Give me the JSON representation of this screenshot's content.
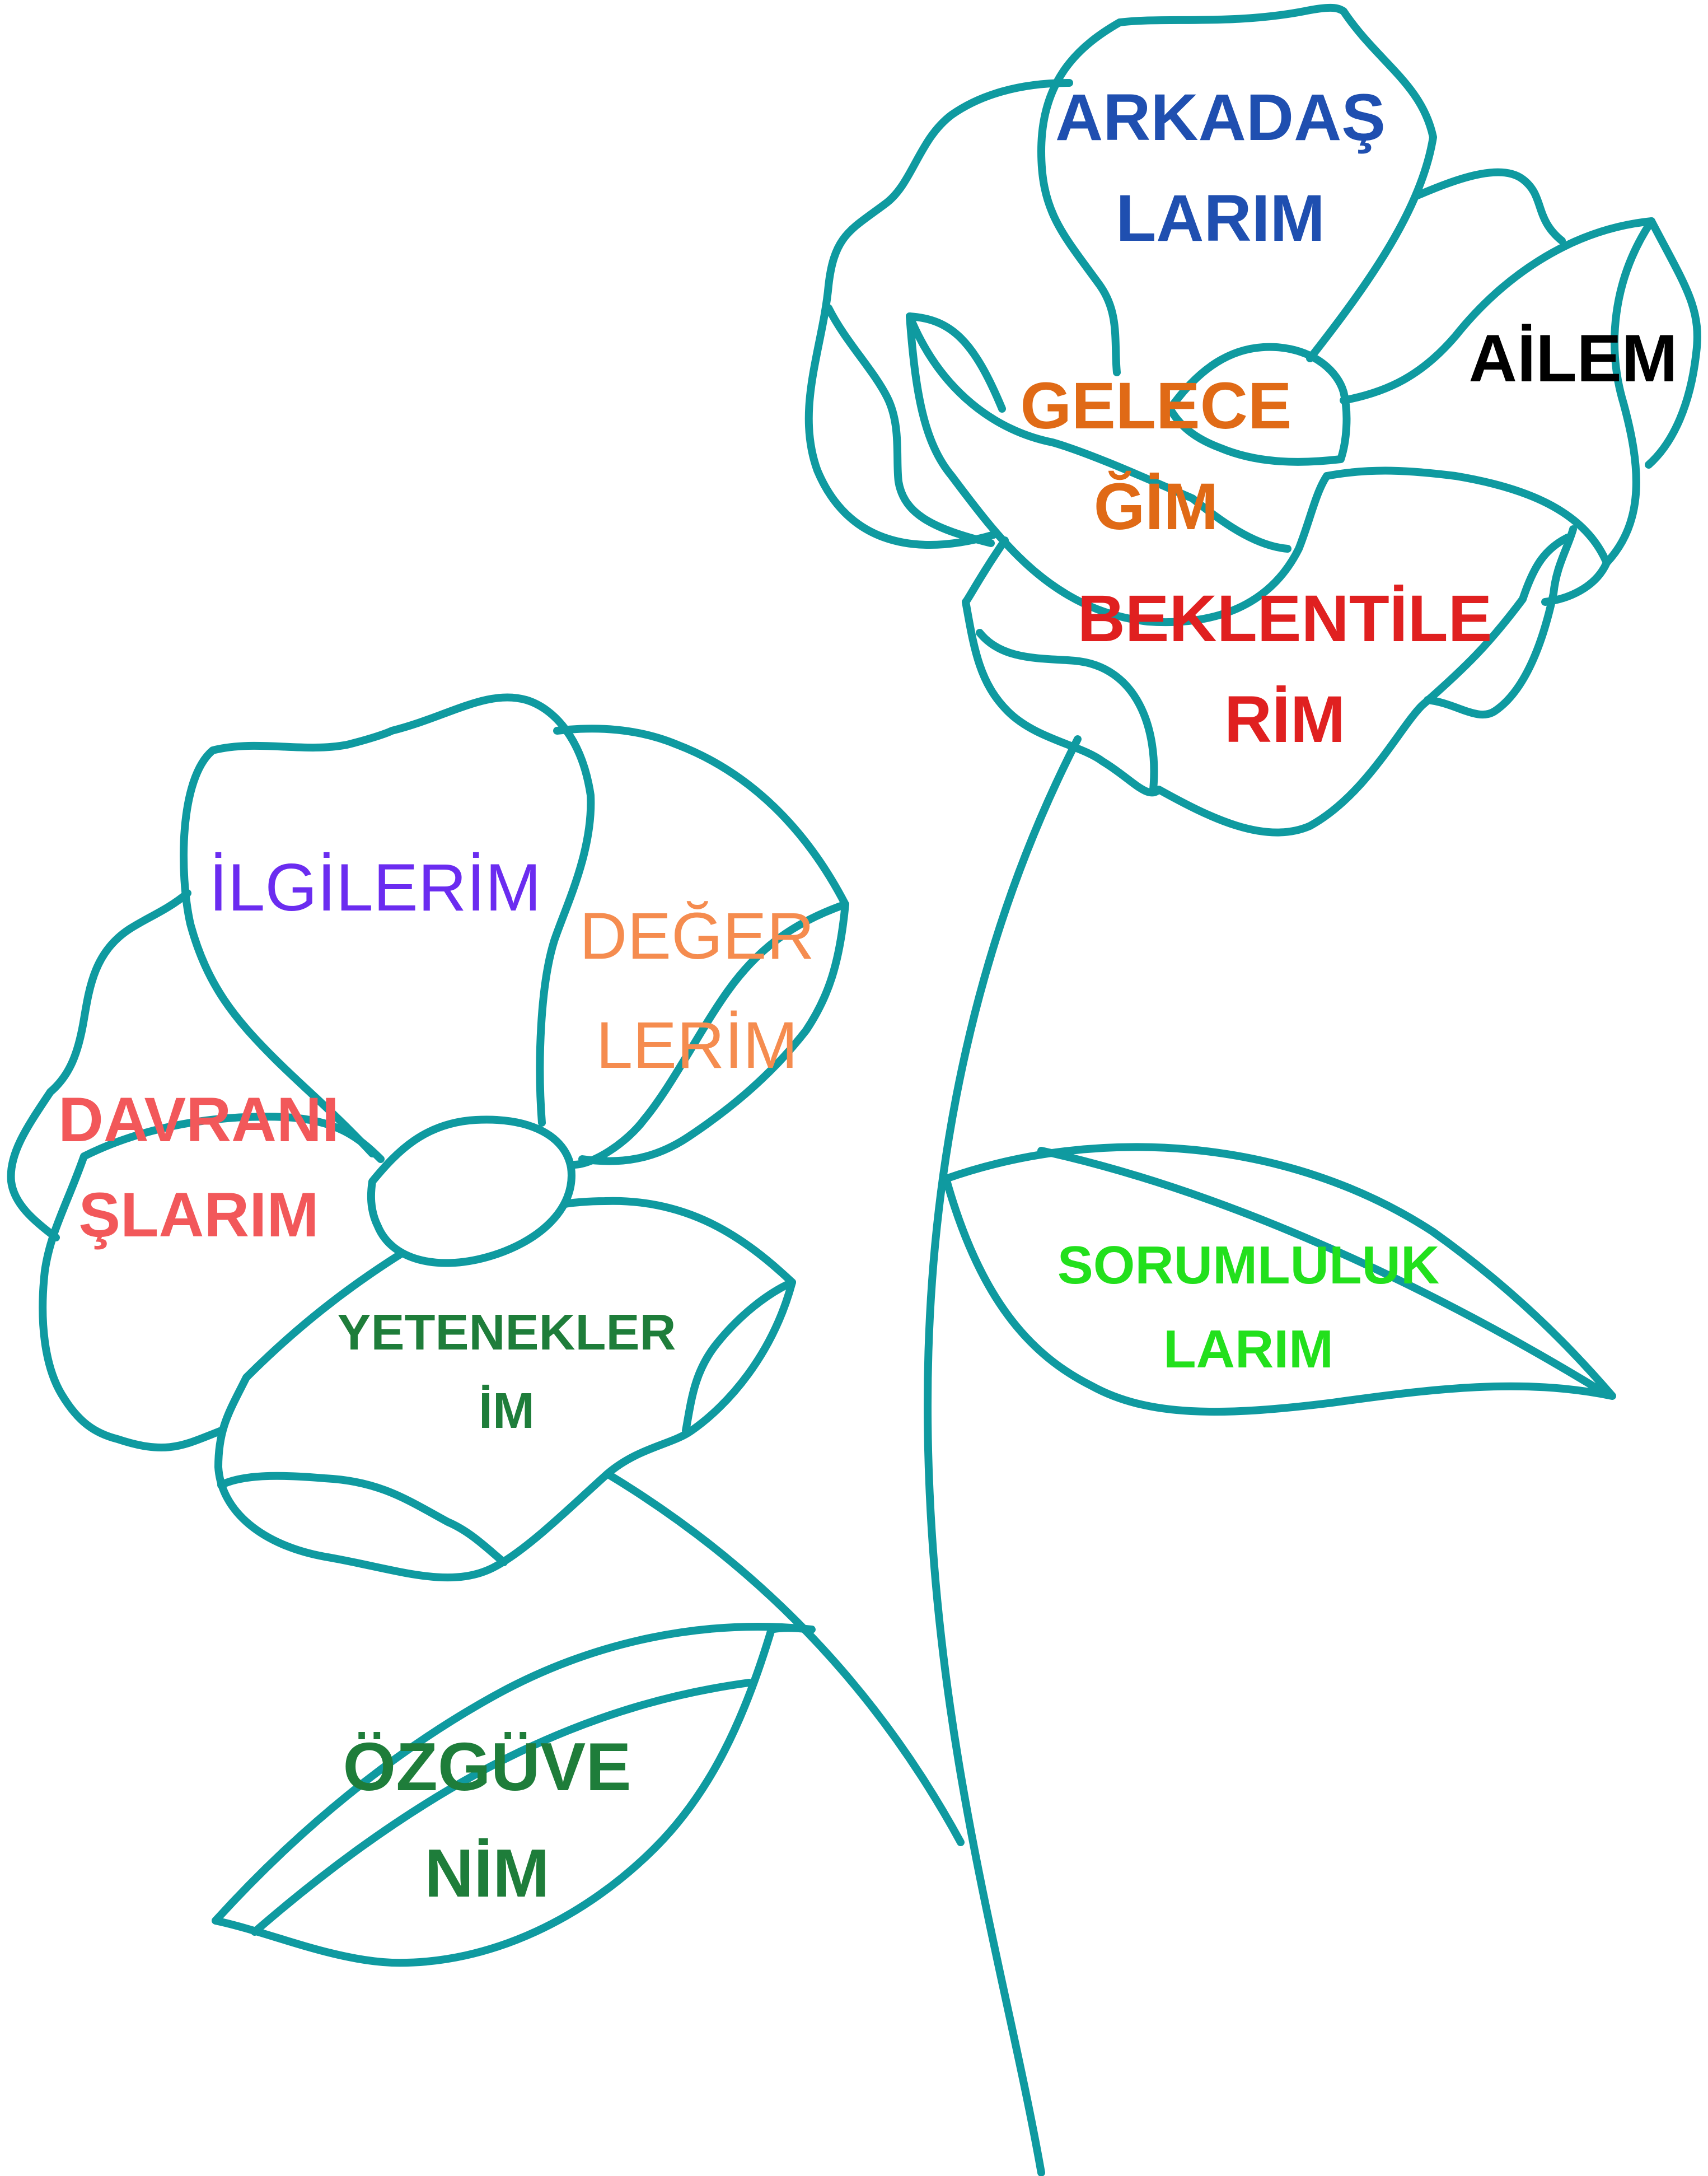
{
  "colors": {
    "outline": "#0f9aa0",
    "arkadaslarim": "#1f4fb0",
    "ailem": "#000000",
    "gelecegim": "#e06a16",
    "beklentilerim": "#e02020",
    "ilgilerim": "#6b2cf0",
    "degerlerim": "#f58c4f",
    "davranislarim": "#f2585a",
    "yeteneklerim": "#1e7d3a",
    "sorumluluklarim": "#22e01c",
    "ozguvenim": "#1e7d3a"
  },
  "labels": {
    "arkadaslarim": [
      "ARKADAŞ",
      "LARIM"
    ],
    "ailem": [
      "AİLEM"
    ],
    "gelecegim": [
      "GELECE",
      "ĞİM"
    ],
    "beklentilerim": [
      "BEKLENTİLE",
      "RİM"
    ],
    "ilgilerim": [
      "İLGİLERİM"
    ],
    "degerlerim": [
      "DEĞER",
      "LERİM"
    ],
    "davranislarim": [
      "DAVRANI",
      "ŞLARIM"
    ],
    "yeteneklerim": [
      "YETENEKLER",
      "İM"
    ],
    "sorumluluklarim": [
      "SORUMLULUK",
      "LARIM"
    ],
    "ozguvenim": [
      "ÖZGÜVE",
      "NİM"
    ]
  }
}
